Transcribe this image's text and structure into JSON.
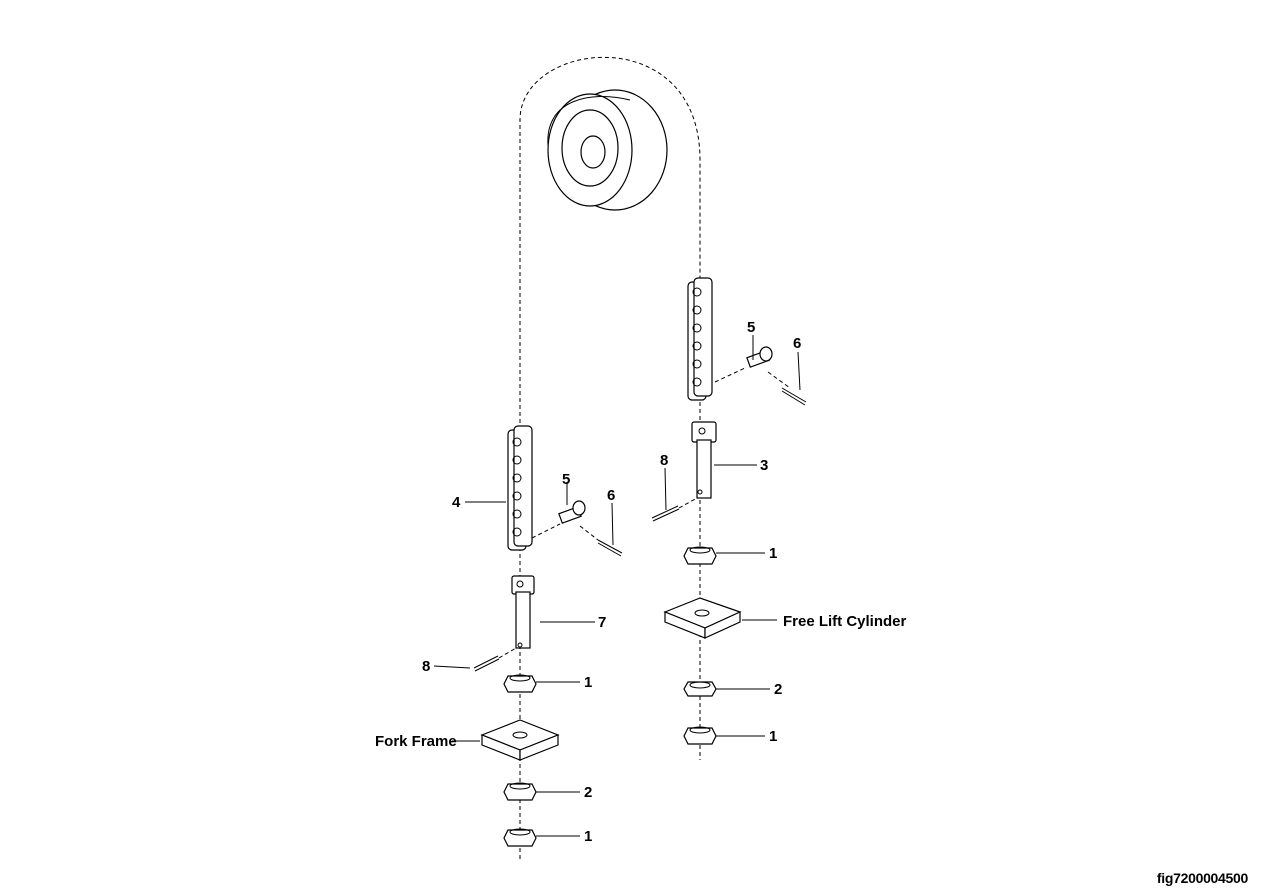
{
  "figure_id": "fig7200004500",
  "labels": {
    "right_nut_top": "1",
    "right_anchor": "3",
    "right_pin": "5",
    "right_cotter": "6",
    "right_cotter_anchor": "8",
    "free_lift_cylinder": "Free Lift Cylinder",
    "right_jam_nut": "2",
    "right_nut_bottom": "1",
    "left_chain": "4",
    "left_pin": "5",
    "left_cotter": "6",
    "left_anchor": "7",
    "left_cotter_anchor": "8",
    "left_nut_top": "1",
    "fork_frame": "Fork Frame",
    "left_jam_nut": "2",
    "left_nut_bottom": "1"
  }
}
